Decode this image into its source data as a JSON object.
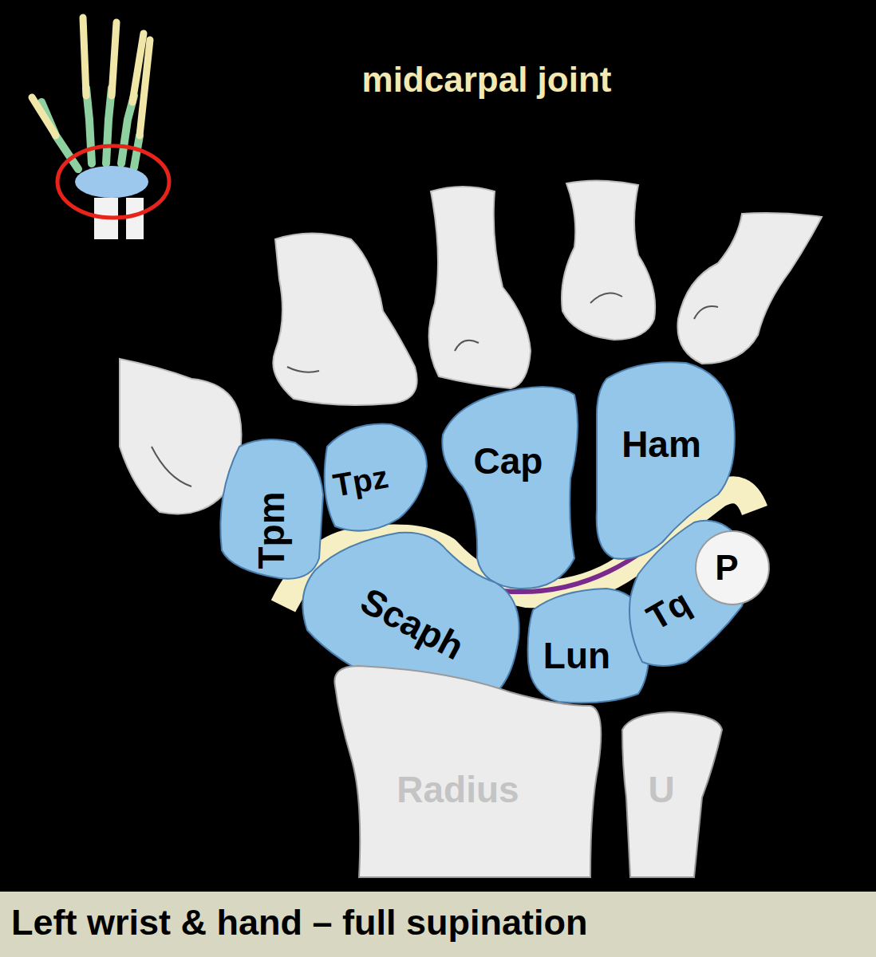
{
  "diagram": {
    "title": "midcarpal joint",
    "caption": "Left wrist & hand – full supination",
    "nodes": [
      {
        "text": [
          "Tpm"
        ]
      },
      {
        "text": [
          "Tpz"
        ]
      },
      {
        "text": [
          "Cap"
        ]
      },
      {
        "text": [
          "Ham"
        ]
      },
      {
        "text": [
          "P"
        ]
      },
      {
        "text": [
          "Scaph"
        ]
      },
      {
        "text": [
          "Lun"
        ]
      },
      {
        "text": [
          "Tq"
        ]
      },
      {
        "text": [
          "Radius"
        ]
      },
      {
        "text": [
          "U"
        ]
      }
    ]
  }
}
